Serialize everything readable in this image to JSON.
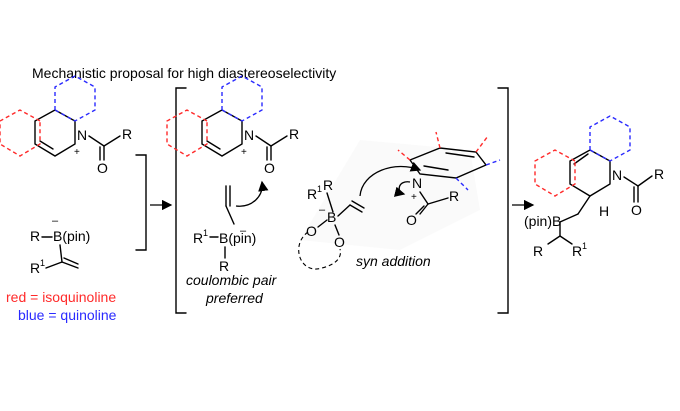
{
  "title": "Mechanistic proposal for high diastereoselectivity",
  "legend": {
    "red": "red = isoquinoline",
    "blue": "blue = quinoline",
    "red_color": "#ff2a2a",
    "blue_color": "#2a2aff"
  },
  "labels": {
    "N": "N",
    "plus": "+",
    "minus": "–",
    "O": "O",
    "R": "R",
    "B": "B",
    "pin": "(pin)",
    "B_pin": "B(pin)",
    "pinB": "(pin)B",
    "R1": "R",
    "one": "1",
    "H": "H",
    "coulombic_1": "coulombic pair",
    "coulombic_2": "preferred",
    "syn_addition": "syn addition"
  }
}
